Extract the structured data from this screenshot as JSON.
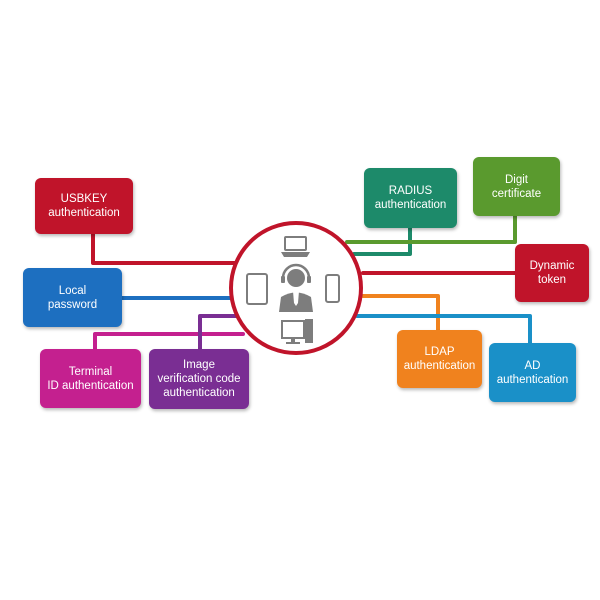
{
  "colors": {
    "usbkey": "#c0142a",
    "local": "#1d6fc0",
    "terminal": "#c4208f",
    "image": "#7a2e93",
    "radius": "#1d8a6a",
    "digit": "#5a9a2e",
    "dynamic": "#c0142a",
    "ldap": "#f0821e",
    "ad": "#1a90c8",
    "hub_ring": "#c0142a",
    "device": "#7d7d7d"
  },
  "nodes": {
    "usbkey": {
      "line1": "USBKEY",
      "line2": "authentication"
    },
    "local": {
      "line1": "Local",
      "line2": "password"
    },
    "terminal": {
      "line1": "Terminal",
      "line2": "ID authentication"
    },
    "image": {
      "line1": "Image",
      "line2": "verification code",
      "line3": "authentication"
    },
    "radius": {
      "line1": "RADIUS",
      "line2": "authentication"
    },
    "digit": {
      "line1": "Digit",
      "line2": "certificate"
    },
    "dynamic": {
      "line1": "Dynamic",
      "line2": "token"
    },
    "ldap": {
      "line1": "LDAP",
      "line2": "authentication"
    },
    "ad": {
      "line1": "AD",
      "line2": "authentication"
    }
  },
  "hub": {
    "icons": [
      "laptop-icon",
      "tablet-icon",
      "user-icon",
      "phone-icon",
      "desktop-icon"
    ]
  }
}
